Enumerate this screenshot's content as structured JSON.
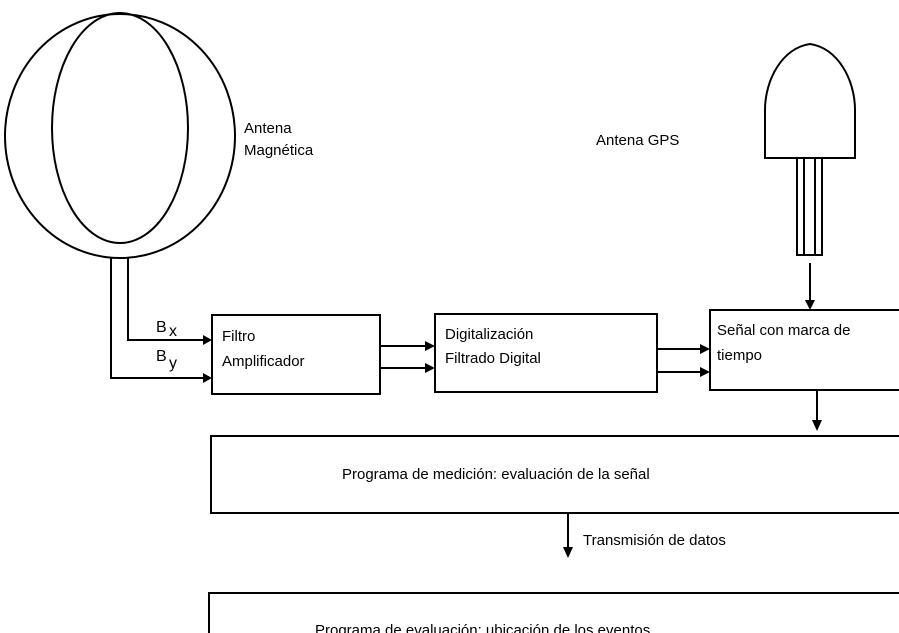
{
  "magnetic_antenna": {
    "line1": "Antena",
    "line2": "Magnética"
  },
  "gps_antenna": {
    "label": "Antena GPS"
  },
  "signals": {
    "bx_base": "B",
    "bx_sub": "x",
    "by_base": "B",
    "by_sub": "y"
  },
  "blocks": {
    "filter": {
      "line1": "Filtro",
      "line2": "Amplificador"
    },
    "digitization": {
      "line1": "Digitalización",
      "line2": "Filtrado Digital"
    },
    "timestamp": {
      "line1": "Señal con marca de",
      "line2": "tiempo"
    },
    "measurement": {
      "label": "Programa de medición: evaluación de la señal"
    },
    "evaluation": {
      "label": "Programa de evaluación: ubicación de los eventos"
    }
  },
  "transmission": {
    "label": "Transmisión de datos"
  }
}
